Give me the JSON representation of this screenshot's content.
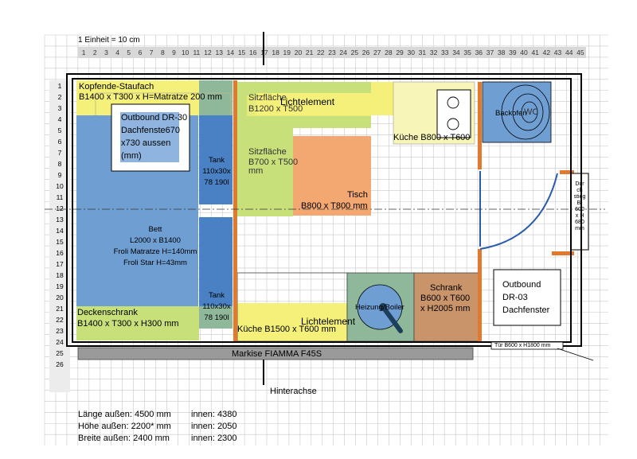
{
  "header": {
    "unit_label": "1 Einheit = 10 cm"
  },
  "grid": {
    "columns": [
      "1",
      "2",
      "3",
      "4",
      "5",
      "6",
      "7",
      "8",
      "9",
      "10",
      "11",
      "12",
      "13",
      "14",
      "15",
      "16",
      "17",
      "18",
      "19",
      "20",
      "21",
      "22",
      "23",
      "24",
      "25",
      "26",
      "27",
      "28",
      "29",
      "30",
      "31",
      "32",
      "33",
      "34",
      "35",
      "36",
      "37",
      "38",
      "39",
      "40",
      "41",
      "42",
      "43",
      "44",
      "45"
    ],
    "rows": [
      "1",
      "2",
      "3",
      "4",
      "5",
      "6",
      "7",
      "8",
      "9",
      "10",
      "11",
      "12",
      "13",
      "14",
      "15",
      "16",
      "17",
      "18",
      "19",
      "20",
      "21",
      "22",
      "23",
      "24",
      "25",
      "26"
    ]
  },
  "rooms": {
    "kopfende": {
      "line1": "Kopfende-Staufach",
      "line2": "B1400 x T300 x H=Matratze 200 mm"
    },
    "dachfenster_30": {
      "line1": "Outbound DR-30",
      "line2": "Dachfenste670",
      "line3": "x730 aussen",
      "line4": "(mm)"
    },
    "bett": {
      "line1": "Bett",
      "line2": "L2000 x B1400",
      "line3": "Froli Matratze H=140mm",
      "line4": "Froli Star H=43mm"
    },
    "deckenschrank": {
      "line1": "Deckenschrank",
      "line2": "B1400 x T300 x H300 mm"
    },
    "tank_top": {
      "line1": "Tank",
      "line2": "110x30x",
      "line3": "78 190l"
    },
    "tank_bottom": {
      "line1": "Tank",
      "line2": "110x30x",
      "line3": "78 190l"
    },
    "sitz1": {
      "line1": "Sitzfläche",
      "line2": "B1200 x T500"
    },
    "lichtelement_top": {
      "label": "Lichtelement"
    },
    "sitz2": {
      "line1": "Sitzfläche",
      "line2": "B700 x T500",
      "line3": "mm"
    },
    "tisch": {
      "line1": "Tisch",
      "line2": "B800 x T800 mm"
    },
    "kueche_top": {
      "label": "Küche B800 x T600"
    },
    "backofen": {
      "label": "Backofen"
    },
    "wc": {
      "label": "WC"
    },
    "durchstieg": {
      "line1": "Dur",
      "line2": "ch",
      "line3": "stieg",
      "line4": "B-",
      "line5": "600",
      "line6": "x H",
      "line7": "680",
      "line8": "mm"
    },
    "kueche_bottom": {
      "label": "Küche B1500 x T600 mm"
    },
    "lichtelement_bottom": {
      "label": "Lichtelement"
    },
    "heizung": {
      "label": "Heizung/Boiler"
    },
    "schrank": {
      "line1": "Schrank",
      "line2": "B600 x T600",
      "line3": "x H2005 mm"
    },
    "dachfenster_03": {
      "line1": "Outbound",
      "line2": "DR-03",
      "line3": "Dachfenster"
    },
    "markise": {
      "label": "Markise FIAMMA F45S"
    },
    "tuer": {
      "label": "Tür  B600 x H1800 mm"
    }
  },
  "annotations": {
    "hinterachse": "Hinterachse"
  },
  "dimensions": {
    "laenge_aussen": "Länge außen: 4500 mm",
    "laenge_innen": "innen: 4380",
    "hoehe_aussen": "Höhe außen: 2200* mm",
    "hoehe_innen": "innen: 2050",
    "breite_aussen": "Breite außen: 2400 mm",
    "breite_innen": "innen: 2300"
  },
  "colors": {
    "yellow": "#f4f07a",
    "light_yellow": "#f7f6b8",
    "green": "#c8e07a",
    "teal": "#8fb89a",
    "blue": "#6f9ed3",
    "dark_blue": "#4a80c4",
    "orange": "#f2a870",
    "brown": "#c9946a",
    "grey_bar": "#9a9a9a",
    "grid_line": "#c8c8c8",
    "wall": "#000000",
    "orange_wall": "#e07a2e"
  }
}
